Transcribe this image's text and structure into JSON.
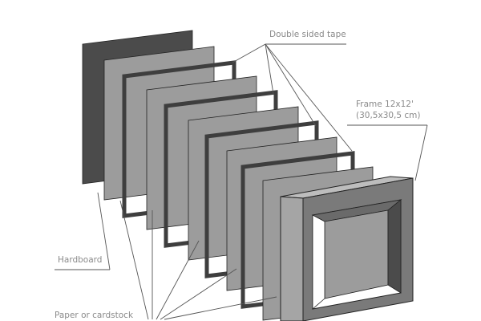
{
  "labels": {
    "tape": "Double sided tape",
    "frame_line1": "Frame 12x12'",
    "frame_line2": "(30,5x30,5 cm)",
    "hardboard": "Hardboard",
    "paper": "Paper or cardstock"
  },
  "colors": {
    "hardboard": "#4b4b4b",
    "paper": "#9c9c9c",
    "tape": "#3e3e3e",
    "frame": "#8f8f8f",
    "leader": "#555555",
    "text": "#8a8a8a"
  }
}
